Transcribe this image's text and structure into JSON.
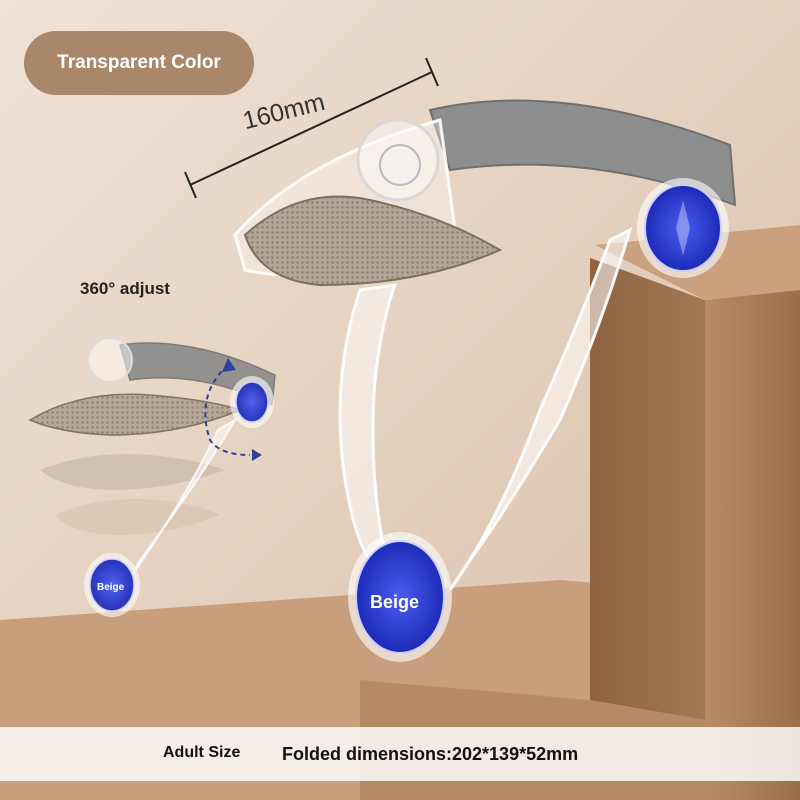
{
  "badge": {
    "label": "Transparent Color",
    "color": "#a8876a"
  },
  "dimension_label": "160mm",
  "adjust_label": "360° adjust",
  "disk_label": "Beige",
  "footer": {
    "size_label": "Adult Size",
    "folded_dimensions": "Folded dimensions:202*139*52mm"
  },
  "colors": {
    "background": "#e9d9cc",
    "block": "#a67c56",
    "strap": "#8c8c8c",
    "disk": "#2b3bd6"
  }
}
